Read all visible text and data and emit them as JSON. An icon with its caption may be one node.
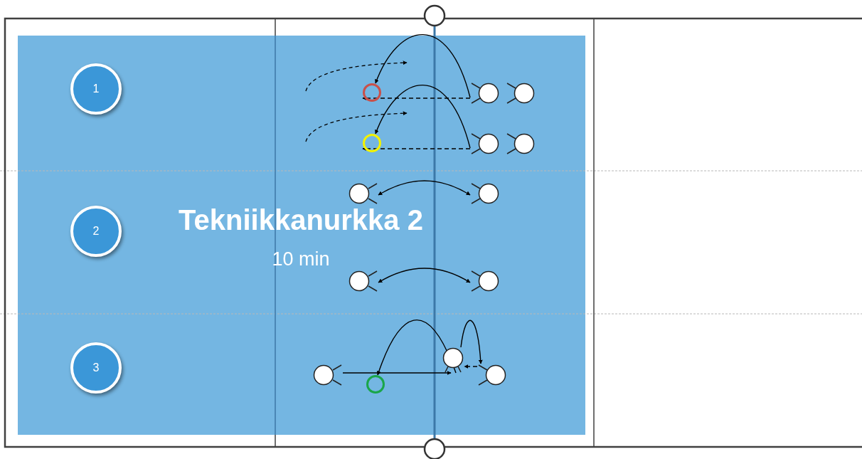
{
  "diagram": {
    "title": "Tekniikkanurkka 2",
    "nodes": [
      {
        "text": [
          "1"
        ]
      },
      {
        "text": [
          "2"
        ]
      },
      {
        "text": [
          "3"
        ]
      },
      {
        "text": [],
        "shape": "circle"
      },
      {
        "text": [],
        "shape": "person"
      },
      {
        "text": [],
        "shape": "person"
      },
      {
        "text": [],
        "shape": "circle"
      },
      {
        "text": [],
        "shape": "person"
      },
      {
        "text": [],
        "shape": "person"
      },
      {
        "text": [],
        "shape": "person"
      },
      {
        "text": [],
        "shape": "person"
      },
      {
        "text": [],
        "shape": "person"
      },
      {
        "text": [],
        "shape": "person"
      },
      {
        "text": [],
        "shape": "person"
      },
      {
        "text": [],
        "shape": "circle"
      },
      {
        "text": [],
        "shape": "person"
      },
      {
        "text": [],
        "shape": "person"
      }
    ],
    "edges": [
      {
        "from": 4,
        "to": 3,
        "arrow": "to"
      },
      {
        "from": 4,
        "to": 3,
        "arrow": "to",
        "style": "dashed"
      },
      {
        "from": 7,
        "to": 6,
        "arrow": "to"
      },
      {
        "from": 7,
        "to": 6,
        "arrow": "to",
        "style": "dashed"
      },
      {
        "from": 9,
        "to": 10,
        "arrow": "both"
      },
      {
        "from": 11,
        "to": 12,
        "arrow": "both"
      },
      {
        "from": 13,
        "to": 15,
        "arrow": "to"
      },
      {
        "from": 15,
        "to": 14,
        "arrow": "to"
      },
      {
        "from": 16,
        "to": 15,
        "arrow": "to",
        "style": "dashed"
      },
      {
        "from": 15,
        "to": 16,
        "arrow": "to"
      }
    ],
    "labels": [
      "10 min"
    ]
  }
}
